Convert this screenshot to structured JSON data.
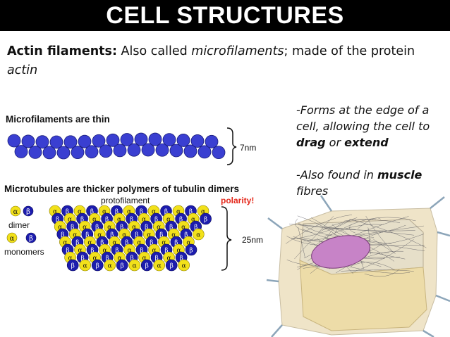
{
  "slide": {
    "title": "CELL STRUCTURES",
    "intro": {
      "term": "Actin filaments:",
      "text1": " Also called ",
      "em1": "microfilaments",
      "text2": "; made of the protein ",
      "em2": "actin"
    },
    "bullets": {
      "b1_pre": "-Forms at the edge of a cell, allowing the cell to ",
      "b1_bold1": "drag",
      "b1_mid": " or ",
      "b1_bold2": "extend",
      "b2_pre": "-Also found in ",
      "b2_bold": "muscle",
      "b2_post": " fibres"
    }
  },
  "diagram": {
    "microfilament_caption": "Microfilaments are thin",
    "microfilament_width": "7nm",
    "microtubule_caption": "Microtubules are thicker polymers of tubulin dimers",
    "protofilament_label": "protofilament",
    "polarity_label": "polarity!",
    "microtubule_width": "25nm",
    "dimer_label": "dimer",
    "monomers_label": "monomers",
    "alpha": "α",
    "beta": "β",
    "colors": {
      "actin_blue": "#3a3fd1",
      "alpha_yellow": "#f2e11a",
      "beta_blue": "#1c1cae",
      "polarity_red": "#e4281b"
    }
  }
}
